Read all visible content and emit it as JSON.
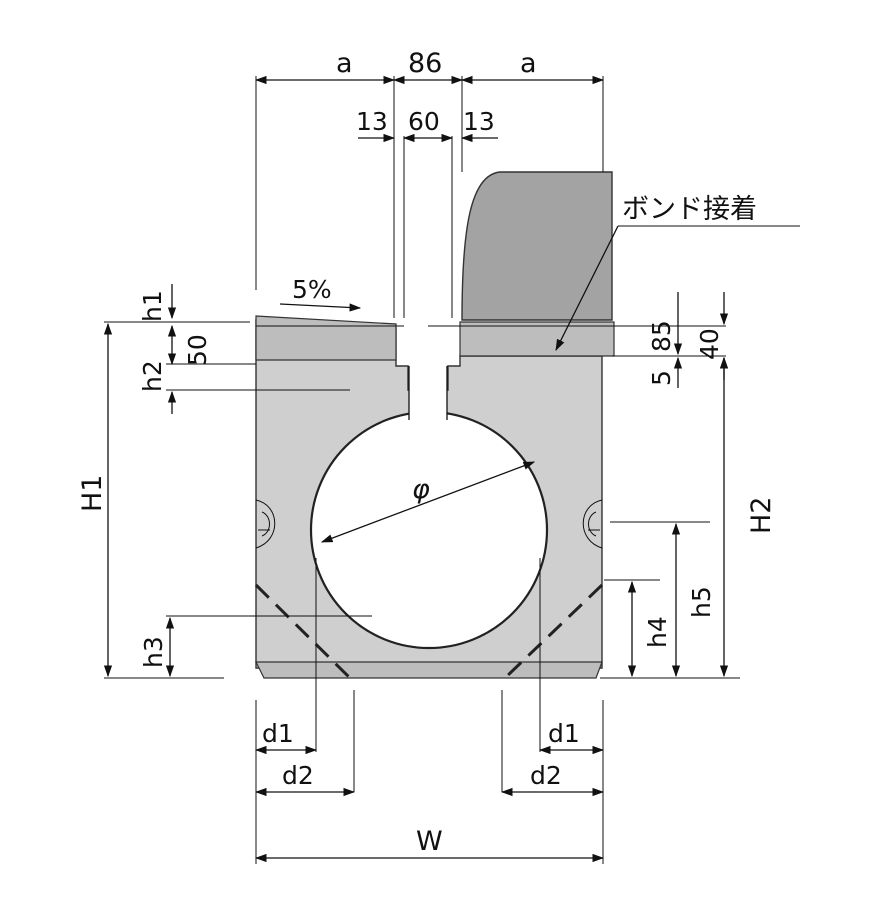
{
  "labels": {
    "a_left": "a",
    "top_86": "86",
    "a_right": "a",
    "dim_13_left": "13",
    "dim_60": "60",
    "dim_13_right": "13",
    "bond": "ボンド接着",
    "slope": "5%",
    "h1": "h1",
    "dim_50": "50",
    "h2": "h2",
    "H1": "H1",
    "phi": "φ",
    "dim_85": "85",
    "dim_40": "40",
    "dim_5": "5",
    "H2": "H2",
    "h5": "h5",
    "h4": "h4",
    "h3": "h3",
    "d1_left": "d1",
    "d2_left": "d2",
    "d1_right": "d1",
    "d2_right": "d2",
    "W": "W"
  },
  "colors": {
    "body": "#cfcfcf",
    "slab": "#a3a3a3",
    "lines": "#111111"
  }
}
